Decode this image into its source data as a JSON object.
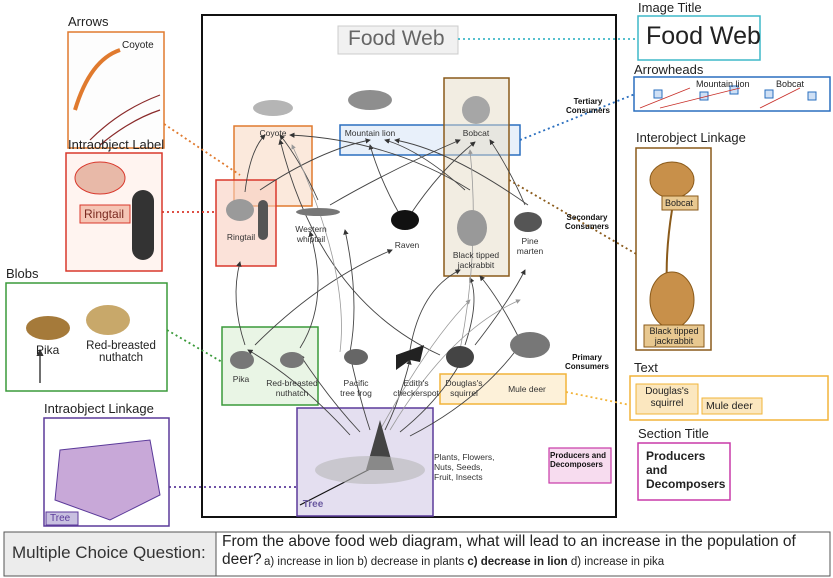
{
  "diagram": {
    "title": "Food Web",
    "trophic_levels": {
      "tertiary": "Tertiary Consumers",
      "secondary": "Secondary Consumers",
      "primary": "Primary Consumers",
      "producers": "Producers and Decomposers"
    },
    "organisms": {
      "coyote": "Coyote",
      "mountain_lion": "Mountain lion",
      "bobcat": "Bobcat",
      "ringtail": "Ringtail",
      "western_whiptail": "Western whiptail",
      "raven": "Raven",
      "black_tipped_jackrabbit": "Black tipped jackrabbit",
      "pine_marten": "Pine marten",
      "pika": "Pika",
      "red_breasted_nuthatch": "Red-breasted nuthatch",
      "pacific_tree_frog": "Pacific tree frog",
      "ediths_checkerspot": "Edith's checkerspot",
      "douglass_squirrel": "Douglas's squirrel",
      "mule_deer": "Mule deer",
      "plants": "Plants, Flowers, Nuts, Seeds, Fruit, Insects",
      "tree": "Tree"
    }
  },
  "annotations": {
    "arrows": "Arrows",
    "intraobject_label": "Intraobject Label",
    "blobs": "Blobs",
    "intraobject_linkage": "Intraobject Linkage",
    "image_title": "Image Title",
    "arrowheads": "Arrowheads",
    "interobject_linkage": "Interobject Linkage",
    "text": "Text",
    "section_title": "Section Title"
  },
  "callouts": {
    "coyote": "Coyote",
    "ringtail": "Ringtail",
    "pika": "Pika",
    "nuthatch": "Red-breasted nuthatch",
    "tree": "Tree",
    "title": "Food Web",
    "mountain_lion": "Mountain lion",
    "bobcat": "Bobcat",
    "bobcat2": "Bobcat",
    "jackrabbit": "Black tipped jackrabbit",
    "douglass_squirrel": "Douglas's squirrel",
    "mule_deer": "Mule deer",
    "producers": "Producers and Decomposers"
  },
  "question": {
    "label": "Multiple Choice Question:",
    "stem": "From the above food web diagram, what will lead to an increase in the population of deer?",
    "option_a": "a) increase in lion",
    "option_b": "b) decrease in plants",
    "option_c": "c) decrease in lion",
    "option_d": "d) increase in pika"
  },
  "colors": {
    "arrows": "#e07a2e",
    "intraobject_label": "#d9382c",
    "blobs": "#3a9a3a",
    "intraobject_linkage": "#5b3a9a",
    "image_title": "#3fb8c8",
    "arrowheads": "#2a6fbf",
    "interobject_linkage": "#8a5a1a",
    "text": "#f2b43a",
    "section_title": "#c83aa8"
  }
}
